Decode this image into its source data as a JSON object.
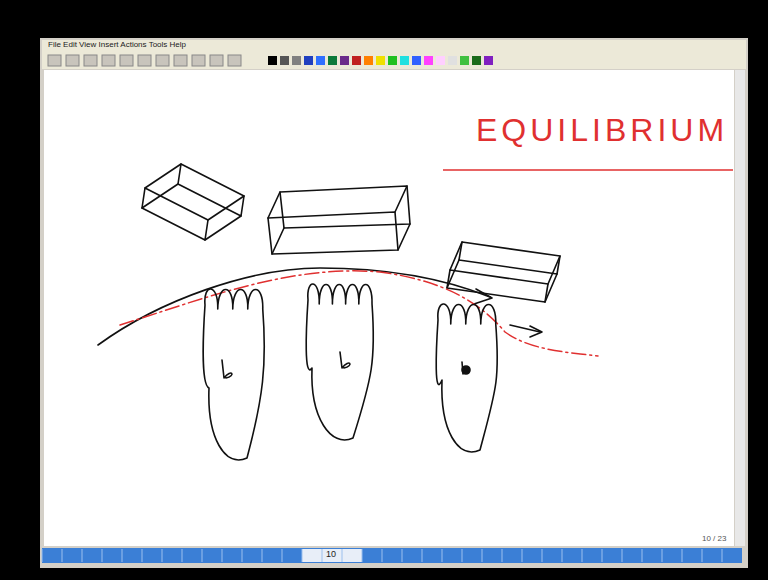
{
  "diagram": {
    "title": "EQUILIBRIUM",
    "labels": [
      "File Edit View Insert Actions Tools Help",
      "10",
      "10 / 23"
    ]
  }
}
